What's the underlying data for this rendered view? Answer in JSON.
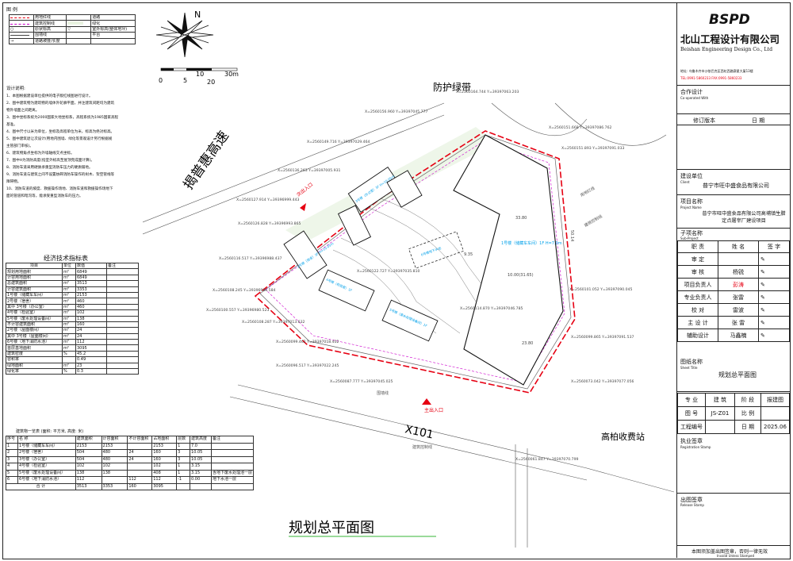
{
  "legend": {
    "title": "图  例",
    "items": [
      {
        "label": "用地红线",
        "label2": "道路"
      },
      {
        "label": "建筑控制线",
        "label2": "绿化"
      },
      {
        "label": "原状标高",
        "label2": "室外标高(整体地坪)"
      },
      {
        "label": "围墙线",
        "label2": "平台"
      },
      {
        "label": "道路坡度/长度",
        "label2": ""
      }
    ]
  },
  "compass": {
    "north": "N",
    "scale": [
      "0",
      "5",
      "10",
      "20",
      "30m"
    ]
  },
  "notes": {
    "title": "设计说明:",
    "lines": [
      "1、本图根据建设单位提供的电子版红线图进行设计。",
      "2、图中建筑物为建筑物的墙体外轮廓平面，并注建筑间距均为建筑",
      "   物外墙面之间距离。",
      "3、图中坐标系统为2000国家大地坐标系，高程系统为1985国家高程",
      "   基准。",
      "4、图中尺寸以米为单位，坐标及高程单位为米，标高为绝对标高。",
      "5、图中建筑退让次设计(用地内围墙、绿化等景观设计另行根据规",
      "   主管部门审核)。",
      "6、建筑物角点坐标为外墙轴线交点坐标。",
      "7、图中H为消防高度(指室外标高至屋顶完成面计算)。",
      "8、消防车道采用硬质承重型消防车压力的硬质铺地。",
      "9、消防车道与建筑之间不设置妨碍消防车操作的树木、架空管线等",
      "   障碍物。",
      "10、消防车道的坡度、救援操作场地、消防车道和救援操作场地下",
      "   面的管道和暗沟等，能承受重型消防车的压力。"
    ]
  },
  "indicators": {
    "title": "经济技术指标表",
    "header": [
      "项目",
      "单位",
      "数值",
      "备注"
    ],
    "rows": [
      [
        "规划用地面积",
        "m²",
        "6849",
        ""
      ],
      [
        "计容用地面积",
        "m²",
        "6849",
        ""
      ],
      [
        "总建筑面积",
        "m²",
        "3513",
        ""
      ],
      [
        "计容建筑面积",
        "m²",
        "3353",
        ""
      ],
      [
        "1号楼（储藏车车间）",
        "m²",
        "2153",
        ""
      ],
      [
        "2号楼（宿舍）",
        "m²",
        "460",
        ""
      ],
      [
        "其中 3号楼（办公室）",
        "m²",
        "460",
        ""
      ],
      [
        "4号楼（检验室）",
        "m²",
        "102",
        ""
      ],
      [
        "5号楼（废水处理设备间）",
        "m²",
        "138",
        ""
      ],
      [
        "不计容建筑面积",
        "m²",
        "160",
        ""
      ],
      [
        "2号楼（屋面楼间）",
        "m²",
        "24",
        ""
      ],
      [
        "其中 3号楼（屋面楼间）",
        "m²",
        "24",
        ""
      ],
      [
        "6号楼（地下消防水池）",
        "m²",
        "112",
        ""
      ],
      [
        "首层基地面积",
        "m²",
        "3095",
        ""
      ],
      [
        "建筑密度",
        "%",
        "45.2",
        ""
      ],
      [
        "容积率",
        "",
        "0.49",
        ""
      ],
      [
        "绿地面积",
        "m²",
        "23",
        ""
      ],
      [
        "绿化率",
        "%",
        "0.3",
        ""
      ]
    ]
  },
  "buildings": {
    "title": "建筑物一览表   (面积: 平方米, 高度: 米)",
    "header": [
      "序号",
      "名  称",
      "建筑面积",
      "计容面积",
      "不计容面积",
      "占地面积",
      "层数",
      "建筑高度",
      "备注"
    ],
    "rows": [
      [
        "1",
        "1号楼（储藏车车间）",
        "2153",
        "2153",
        "",
        "2153",
        "1",
        "7.0",
        ""
      ],
      [
        "2",
        "2号楼（宿舍）",
        "504",
        "480",
        "24",
        "160",
        "3",
        "10.05",
        ""
      ],
      [
        "3",
        "3号楼（办公室）",
        "504",
        "480",
        "24",
        "160",
        "3",
        "10.05",
        ""
      ],
      [
        "4",
        "4号楼（检验室）",
        "102",
        "102",
        "",
        "102",
        "1",
        "3.15",
        ""
      ],
      [
        "5",
        "5号楼（废水处理设备间）",
        "138",
        "138",
        "",
        "408",
        "1",
        "3.15",
        "含地下废水处理池一层"
      ],
      [
        "6",
        "6号楼（地下消防水池）",
        "112",
        "",
        "112",
        "112",
        "-1",
        "0.00",
        "地下水池一层"
      ]
    ],
    "total": [
      "合  计",
      "",
      "3513",
      "3353",
      "160",
      "3095",
      "",
      "",
      ""
    ]
  },
  "map": {
    "road_west": "揭普惠高速",
    "road_south": "X101",
    "green_belt": "防护绿带",
    "toll": "高柏收费站",
    "entrance_main": "主出入口",
    "entrance_sub": "次出入口",
    "drawing_title": "规划总平面图",
    "fence": "围墙线",
    "redline": "用地红线",
    "ctrl": "建筑控制线",
    "b1": "1号楼（储藏车车间）1F H=7.0m",
    "b2": "2号楼（宿舍）3F H=10.05m",
    "b3": "3号楼（办公室）3F H=10.05m",
    "b4": "4号楼（检验室）1F",
    "b5": "5号楼（废水处理设备间）1F",
    "b6": "6号楼地下水池",
    "dims": [
      "33.80",
      "50.14",
      "23.80",
      "9.35",
      "10.00(31.65)"
    ],
    "coords": [
      "X=2560164.744 Y=39397063.203",
      "X=2560156.960 Y=39397045.777",
      "X=2560151.668 Y=39397086.762",
      "X=2560149.716 Y=39397029.464",
      "X=2560151.893 Y=39397091.033",
      "X=2560136.263 Y=39397005.931",
      "X=2560127.914 Y=39396999.443",
      "X=2560126.828 Y=39396993.865",
      "X=2560116.517 Y=39396988.437",
      "X=2560108.245 Y=39396986.584",
      "X=2560100.557 Y=39396980.523",
      "X=2560108.287 Y=39397013.632",
      "X=2560099.462 Y=39397018.402",
      "X=2560096.517 Y=39397022.245",
      "X=2560087.777 Y=39397045.025",
      "X=2560101.052 Y=39397090.045",
      "X=2560099.865 Y=39397091.537",
      "X=2560073.042 Y=39397077.056",
      "X=2560061.847 Y=39397070.799",
      "X=2560114.870 Y=39397046.785",
      "X=2560122.727 Y=39397035.810"
    ]
  },
  "titleblock": {
    "logo": "BSPD",
    "company_cn": "北山工程设计有限公司",
    "company_en": "Beishan Engineering Design Co., Ltd",
    "address": "地址: 乌鲁木齐市沙依巴克区西虹西路赛星大厦13楼",
    "tel": "TEL:0991-5860233    FAX:0991-5860233",
    "coop": "合作设计",
    "coop_en": "Co-operated With",
    "revision": "修订版本",
    "date_lbl": "日  期",
    "client_lbl": "建设单位",
    "client_en": "Client",
    "client": "普宁市旺中盛食品有限公司",
    "project_lbl": "项目名称",
    "project_en": "Project Name",
    "project": "普宁市旺中盛食品有限公司高埔镇生腊定点屠宰厂建设项目",
    "subproject_lbl": "子项名称",
    "subproject_en": "Sub-Project",
    "roles_header": [
      "职  责",
      "姓  名",
      "签  字"
    ],
    "roles": [
      {
        "role": "审  定",
        "name": ""
      },
      {
        "role": "审  核",
        "name": "杨锐"
      },
      {
        "role": "项目负责人",
        "name": "彭涛"
      },
      {
        "role": "专业负责人",
        "name": "张雷"
      },
      {
        "role": "校  对",
        "name": "雷波"
      },
      {
        "role": "主  设  计",
        "name": "张  雷"
      },
      {
        "role": "辅助设计",
        "name": "马鑫楠"
      }
    ],
    "sheet_lbl": "图纸名称",
    "sheet_en": "Sheet Title",
    "sheet": "规划总平面图",
    "discipline_lbl": "专 业",
    "discipline": "建 筑",
    "stage_lbl": "阶 段",
    "stage": "报建图",
    "sheetno_lbl": "图 号",
    "sheetno": "JS-Z01",
    "scale_lbl": "比 例",
    "scale": "",
    "jobno_lbl": "工程编号",
    "date2_lbl": "日 期",
    "date2": "2025.06",
    "exec_lbl": "执业签章",
    "exec_en": "Registration Stamp",
    "stamp_lbl": "出图签章",
    "stamp_en": "Release Stamp",
    "footer": "本图须加盖出图签章，否则一律无效",
    "footer_en": "Invalid Unless Stamped"
  },
  "colors": {
    "redline": "#e60012",
    "ctrl": "#cc00cc",
    "cyan": "#00a0e9"
  }
}
